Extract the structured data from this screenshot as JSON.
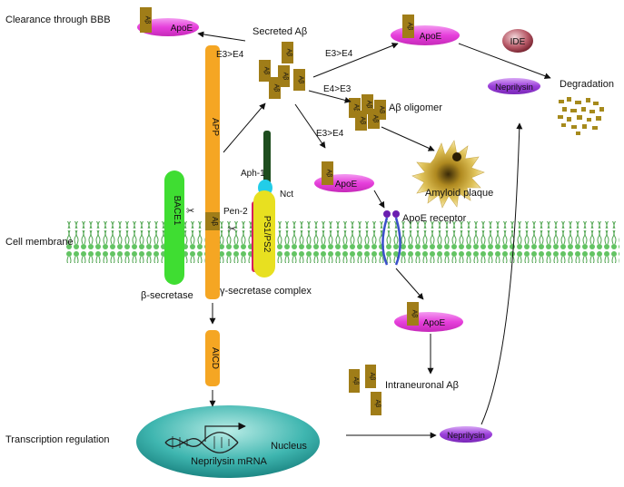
{
  "labels": {
    "clearance_bbb": "Clearance through BBB",
    "secreted_ab": "Secreted Aβ",
    "cell_membrane": "Cell membrane",
    "beta_secretase": "β-secretase",
    "gamma_secretase": "γ-secretase complex",
    "transcription_regulation": "Transcription regulation",
    "nucleus": "Nucleus",
    "neprilysin_mrna": "Neprilysin mRNA",
    "ab_oligomer": "Aβ oligomer",
    "amyloid_plaque": "Amyloid plaque",
    "apoe_receptor": "ApoE receptor",
    "intraneuronal_ab": "Intraneuronal Aβ",
    "degradation": "Degradation"
  },
  "routes": {
    "e3_gt_e4_a": "E3>E4",
    "e3_gt_e4_b": "E3>E4",
    "e4_gt_e3": "E4>E3",
    "e3_gt_e4_c": "E3>E4"
  },
  "proteins": {
    "app": "APP",
    "bace1": "BACE1",
    "ps1_ps2": "PS1/PS2",
    "aph1": "Aph-1",
    "pen2": "Pen-2",
    "nct": "Nct",
    "aicd": "AICD",
    "ab": "Aβ",
    "apoe": "ApoE",
    "ide": "IDE",
    "neprilysin": "Neprilysin"
  },
  "colors": {
    "app": "#f5a623",
    "ab": "#a07d18",
    "apoe": "#e63fdb",
    "neprilysin": "#9b3fd9",
    "bace1": "#3fdd32",
    "ps": "#e8e020",
    "nct": "#1e4d1e",
    "aph1": "#22cde8",
    "pen2": "#d81f5a",
    "membrane": "#5cc05c",
    "nucleus": "#1fa3a0",
    "ide": "#8a2a38"
  }
}
